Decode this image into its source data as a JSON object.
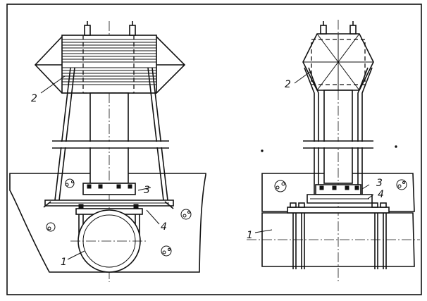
{
  "labels": {
    "left_support": "2",
    "left_clamp": "3",
    "left_bracket": "4",
    "left_pipe": "1",
    "right_support": "2",
    "right_clamp": "3",
    "right_bracket": "4",
    "right_pipe": "1"
  }
}
